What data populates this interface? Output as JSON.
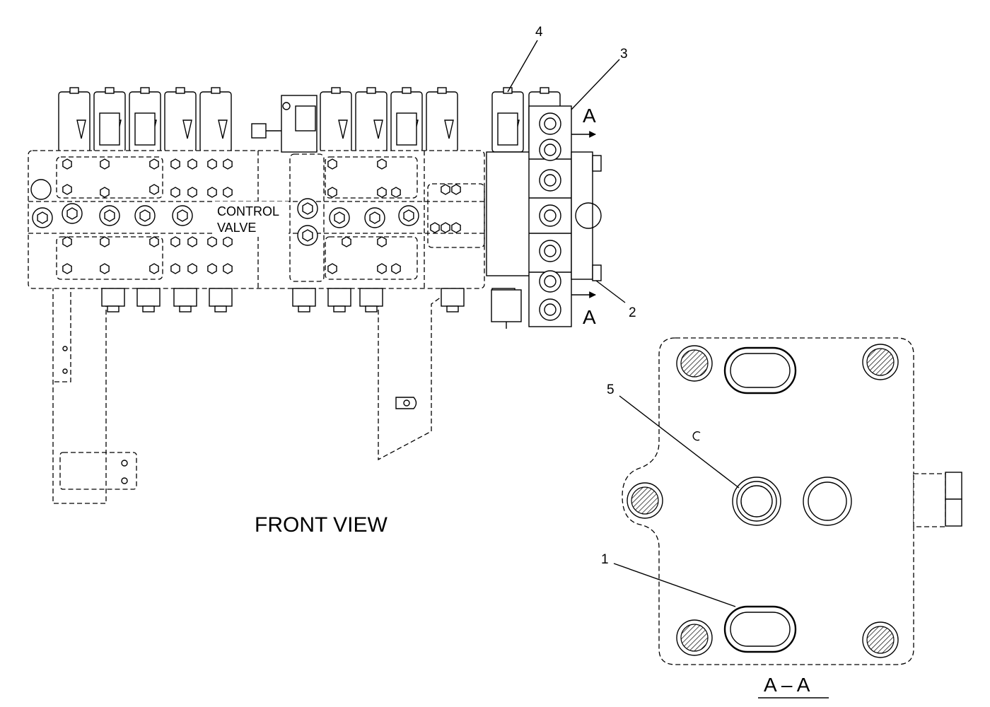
{
  "drawing": {
    "front_view_title": "FRONT VIEW",
    "control_valve_line1": "CONTROL",
    "control_valve_line2": "VALVE",
    "section_marker_top": "A",
    "section_marker_bottom": "A",
    "section_view_title": "A – A"
  },
  "callouts": [
    {
      "number": "1"
    },
    {
      "number": "2"
    },
    {
      "number": "3"
    },
    {
      "number": "4"
    },
    {
      "number": "5"
    }
  ],
  "icons": {
    "section_arrow": "arrow-right-icon",
    "bolt": "hex-bolt-icon",
    "seal": "o-ring-icon"
  }
}
